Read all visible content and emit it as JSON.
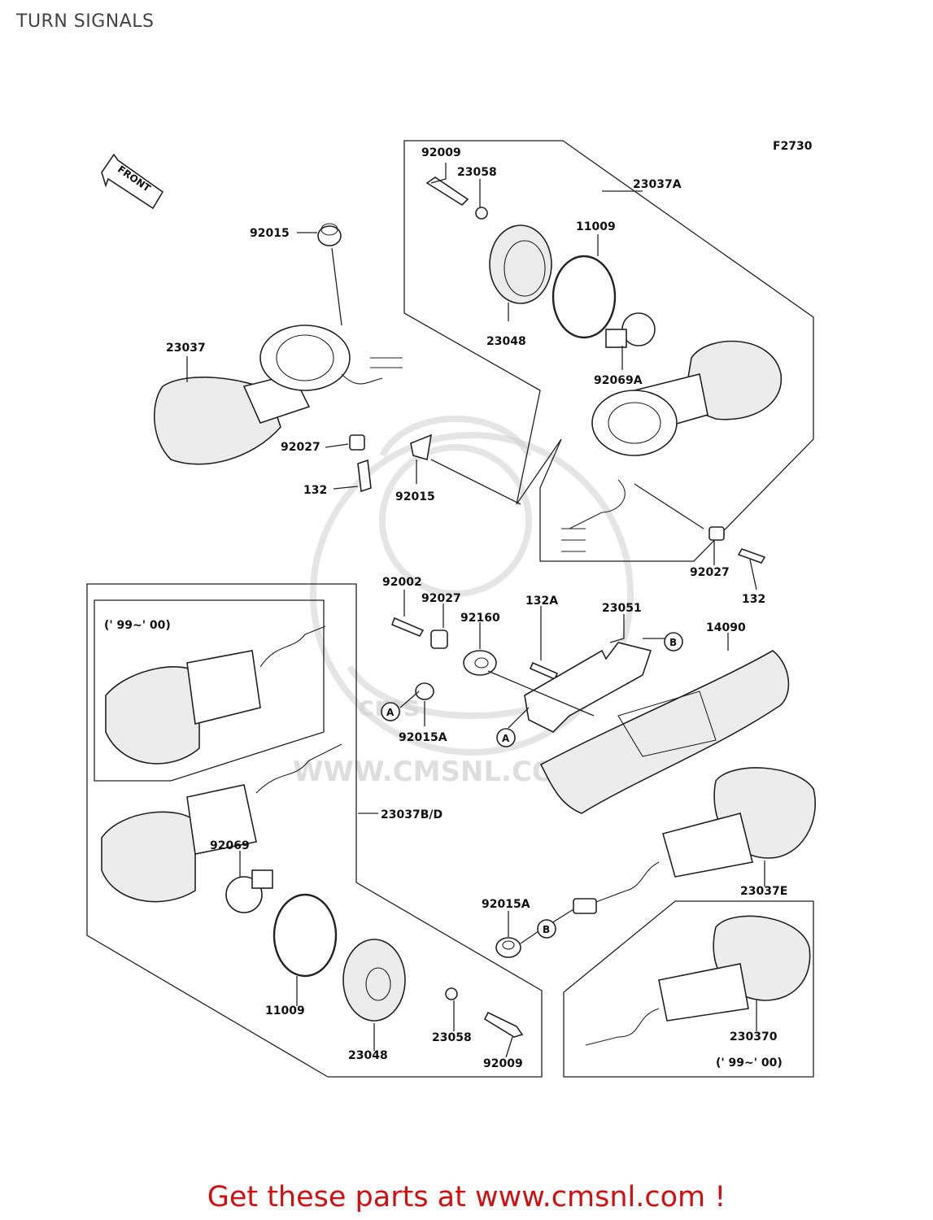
{
  "title": "TURN SIGNALS",
  "figure_code": "F2730",
  "front_arrow_label": "FRONT",
  "watermark_text": "WWW.CMSNL.COM",
  "watermark_logo_text": "cms",
  "footer_banner": "Get these parts at www.cmsnl.com !",
  "footer_color": "#d01010",
  "part_labels": {
    "p92009_top": "92009",
    "p23058_top": "23058",
    "p23037A": "23037A",
    "p11009_top": "11009",
    "p92015_top": "92015",
    "p23037": "23037",
    "p23048_top": "23048",
    "p92069A": "92069A",
    "p92027_left": "92027",
    "p132_left": "132",
    "p92015_mid": "92015",
    "p92027_right": "92027",
    "p132_right": "132",
    "p92002": "92002",
    "p92027_mid": "92027",
    "p92160": "92160",
    "p132A": "132A",
    "p23051": "23051",
    "p14090": "14090",
    "year_left": "(' 99~' 00)",
    "p92015A_left": "92015A",
    "p23037BD": "23037B/D",
    "p92069": "92069",
    "p11009_bottom": "11009",
    "p23048_bottom": "23048",
    "p23058_bottom": "23058",
    "p92009_bottom": "92009",
    "p23037E": "23037E",
    "p92015A_right": "92015A",
    "p230370": "230370",
    "year_right": "(' 99~' 00)"
  },
  "connector_letters": {
    "a1": "A",
    "a2": "A",
    "b1": "B",
    "b2": "B"
  }
}
